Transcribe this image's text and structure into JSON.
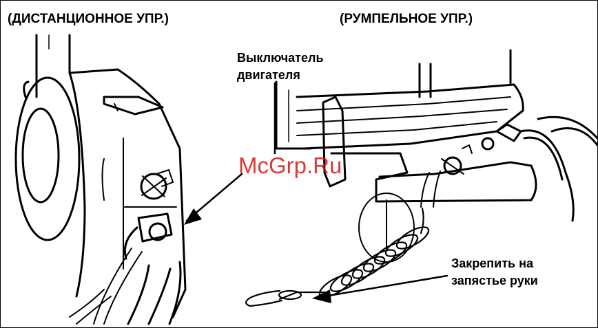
{
  "labels": {
    "remote_control": "(ДИСТАНЦИОННОЕ УПР.)",
    "tiller_control": "(РУМПЕЛЬНОЕ УПР.)",
    "engine_switch_line1": "Выключатель",
    "engine_switch_line2": "двигателя",
    "wrist_line1": "Закрепить на",
    "wrist_line2": "запястье руки"
  },
  "watermark": "McGrp.Ru"
}
